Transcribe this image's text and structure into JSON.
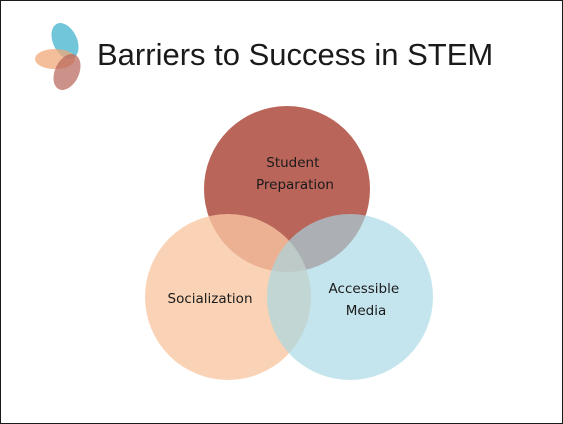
{
  "slide": {
    "title": "Barriers to Success in STEM"
  },
  "logo": {
    "icon": "overlapping-petals-logo",
    "colors": [
      "#4fb8cf",
      "#f0a878",
      "#b8675a"
    ]
  },
  "venn": {
    "circles": [
      {
        "id": "student-preparation",
        "lines": [
          "Student",
          "Preparation"
        ],
        "color": "#b35448"
      },
      {
        "id": "socialization",
        "lines": [
          "Socialization"
        ],
        "color": "#f9c7a2"
      },
      {
        "id": "accessible-media",
        "lines": [
          "Accessible",
          "Media"
        ],
        "color": "#a4d7e4"
      }
    ]
  }
}
